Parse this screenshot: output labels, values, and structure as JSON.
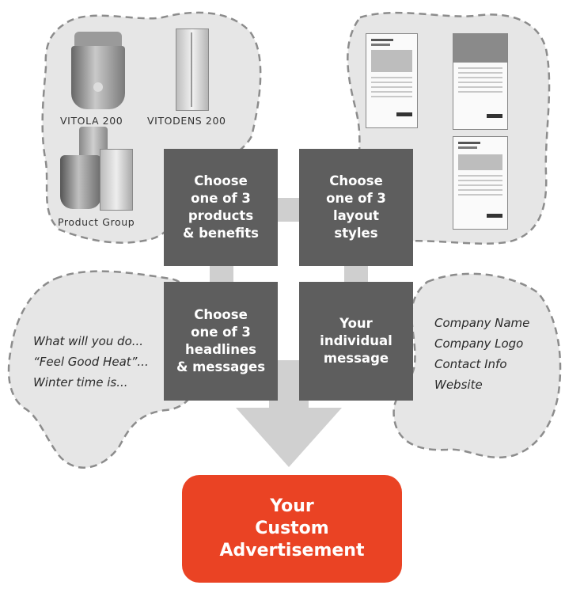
{
  "products": {
    "captions": [
      "VITOLA 200",
      "VITODENS 200",
      "Product Group"
    ]
  },
  "steps": {
    "products_box": "Choose\none of 3\nproducts\n& benefits",
    "layout_box": "Choose\none of 3\nlayout\nstyles",
    "headlines_box": "Choose\none of 3\nheadlines\n& messages",
    "message_box": "Your\nindividual\nmessage"
  },
  "headlines": {
    "items": [
      "What will you do...",
      "“Feel Good Heat”...",
      "Winter time is..."
    ]
  },
  "company_info": {
    "items": [
      "Company Name",
      "Company Logo",
      "Contact Info",
      "Website"
    ]
  },
  "result": {
    "lines": [
      "Your",
      "Custom",
      "Advertisement"
    ]
  },
  "colors": {
    "cloud_fill": "#e6e6e6",
    "cloud_stroke": "#8c8c8c",
    "box": "#5e5e5e",
    "connector": "#cfcfcf",
    "result": "#ea4324"
  }
}
